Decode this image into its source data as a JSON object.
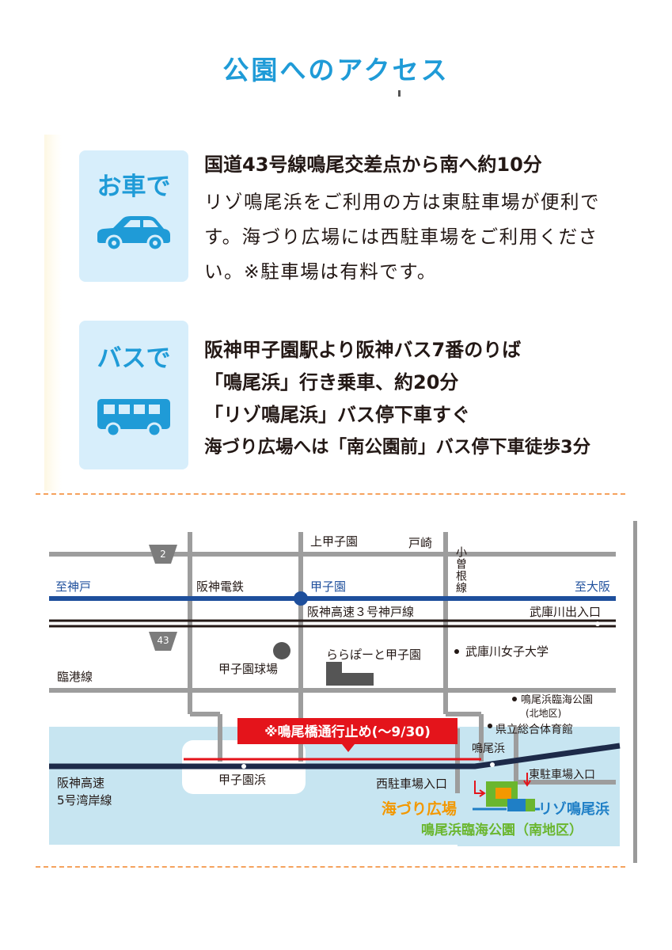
{
  "title": "公園へのアクセス",
  "car": {
    "badge": "お車で",
    "icon": "car-icon",
    "headline": "国道43号線鳴尾交差点から南へ約10分",
    "body": "リゾ鳴尾浜をご利用の方は東駐車場が便利です。海づり広場には西駐車場をご利用ください。※駐車場は有料です。"
  },
  "bus": {
    "badge": "バスで",
    "icon": "bus-icon",
    "lines": [
      "阪神甲子園駅より阪神バス7番のりば",
      "「鳴尾浜」行き乗車、約20分",
      "「リゾ鳴尾浜」バス停下車すぐ",
      "海づり広場へは「南公園前」バス停下車徒歩3分"
    ]
  },
  "map": {
    "road_2": "2",
    "road_43": "43",
    "kamikoshien": "上甲子園",
    "tozaki": "戸崎",
    "kobe": "至神戸",
    "hanshin_railway": "阪神電鉄",
    "koshien_station": "甲子園",
    "osaka": "至大阪",
    "koso_line": "小曽根線",
    "expressway3": "阪神高速３号神戸線",
    "mukogawa_exit": "武庫川出入口",
    "koshien_stadium": "甲子園球場",
    "lalaport": "ららぽーと甲子園",
    "mukogawa_univ": "武庫川女子大学",
    "rinko_line": "臨港線",
    "park_north": "鳴尾浜臨海公園",
    "park_north_sub": "(北地区)",
    "gymnasium": "県立総合体育館",
    "closure": "※鳴尾橋通行止め(～9/30)",
    "naruohama": "鳴尾浜",
    "koshienhama": "甲子園浜",
    "expressway5_a": "阪神高速",
    "expressway5_b": "5号湾岸線",
    "east_parking": "東駐車場入口",
    "west_parking": "西駐車場入口",
    "umizuri": "海づり広場",
    "rizo": "リゾ鳴尾浜",
    "park_south": "鳴尾浜臨海公園（南地区）"
  },
  "colors": {
    "accent_blue": "#1f9bd7",
    "badge_bg": "#d7eefb",
    "rail_blue": "#1e4f9c",
    "closure_red": "#e4141b",
    "umizuri_orange": "#f39800",
    "park_green": "#6ab62e",
    "rizo_blue": "#1f7fc6",
    "sea": "#c7e5f1",
    "dash_orange": "#f5a25d"
  }
}
